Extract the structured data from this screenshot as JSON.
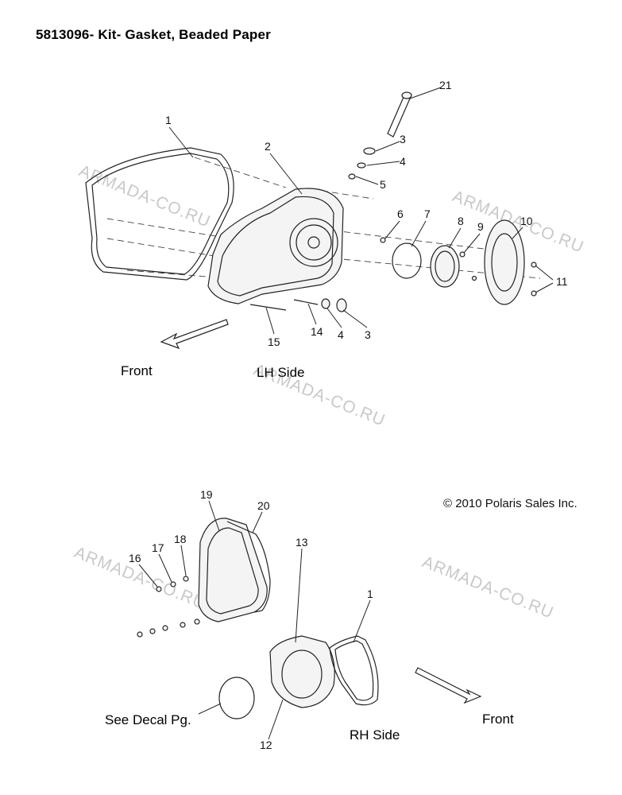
{
  "title": "5813096- Kit- Gasket, Beaded Paper",
  "copyright": "© 2010 Polaris Sales Inc.",
  "watermark": "ARMADA-CO.RU",
  "views": {
    "lh": {
      "side_label": "LH Side",
      "front_label": "Front"
    },
    "rh": {
      "side_label": "RH Side",
      "front_label": "Front",
      "decal_label": "See Decal Pg."
    }
  },
  "callouts": {
    "lh": [
      "1",
      "2",
      "21",
      "3",
      "4",
      "5",
      "6",
      "7",
      "8",
      "9",
      "10",
      "11",
      "14",
      "4",
      "3",
      "15"
    ],
    "rh": [
      "19",
      "20",
      "18",
      "17",
      "16",
      "13",
      "1",
      "12"
    ]
  }
}
